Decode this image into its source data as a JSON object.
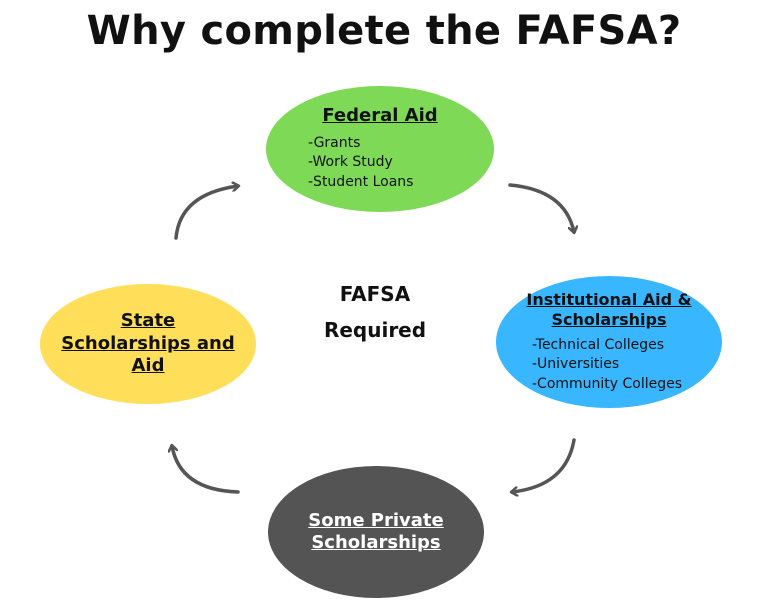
{
  "title": "Why complete the FAFSA?",
  "center": {
    "line1": "FAFSA",
    "line2": "Required"
  },
  "nodes": {
    "federal": {
      "title": "Federal Aid",
      "items": [
        "-Grants",
        "-Work Study",
        "-Student Loans"
      ],
      "color": "#7ed957"
    },
    "institutional": {
      "title_line1": "Institutional Aid &",
      "title_line2": "Scholarships",
      "items": [
        "-Technical Colleges",
        "-Universities",
        "-Community Colleges"
      ],
      "color": "#38b6ff"
    },
    "private": {
      "title_line1": "Some Private",
      "title_line2": "Scholarships",
      "color": "#545454"
    },
    "state": {
      "title_line1": "State",
      "title_line2": "Scholarships and",
      "title_line3": "Aid",
      "color": "#ffde59"
    }
  },
  "arrow_color": "#555555"
}
